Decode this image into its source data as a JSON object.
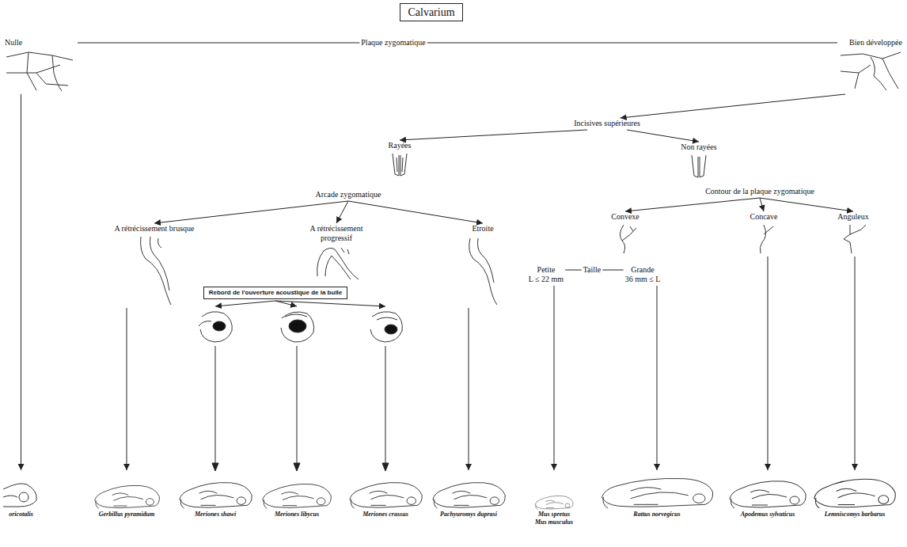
{
  "diagram": {
    "title": "Calvarium",
    "nodes": [
      {
        "text": [
          "Plaque zygomatique"
        ]
      },
      {
        "text": [
          "Nulle"
        ]
      },
      {
        "text": [
          "Bien développée"
        ]
      },
      {
        "text": [
          "Incisives supérieures"
        ]
      },
      {
        "text": [
          "Rayées"
        ]
      },
      {
        "text": [
          "Non rayées"
        ]
      },
      {
        "text": [
          "Arcade zygomatique"
        ]
      },
      {
        "text": [
          "Contour de la plaque zygomatique"
        ]
      },
      {
        "text": [
          "A rétrécissement brusque"
        ]
      },
      {
        "text": [
          "A rétrécissement progressif"
        ]
      },
      {
        "text": [
          "Etroite"
        ]
      },
      {
        "text": [
          "Convexe"
        ]
      },
      {
        "text": [
          "Concave"
        ]
      },
      {
        "text": [
          "Anguleux"
        ]
      },
      {
        "text": [
          "Rebord de l'ouverture acoustique de la bulle"
        ]
      },
      {
        "text": [
          "Taille"
        ]
      },
      {
        "text": [
          "Petite",
          "L ≤ 22 mm"
        ]
      },
      {
        "text": [
          "Grande",
          "36 mm ≤ L"
        ]
      },
      {
        "text": [
          "oricotalis"
        ]
      },
      {
        "text": [
          "Gerbillus pyramidum"
        ]
      },
      {
        "text": [
          "Meriones shawi"
        ]
      },
      {
        "text": [
          "Meriones libycus"
        ]
      },
      {
        "text": [
          "Meriones crassus"
        ]
      },
      {
        "text": [
          "Pachyuromys duprasi"
        ]
      },
      {
        "text": [
          "Mus spretus",
          "Mus musculus"
        ]
      },
      {
        "text": [
          "Rattus norvegicus"
        ]
      },
      {
        "text": [
          "Apodemus sylvaticus"
        ]
      },
      {
        "text": [
          "Lemniscomys barbarus"
        ]
      }
    ],
    "edges": [
      {
        "from": 0,
        "to": 1,
        "arrow": "none"
      },
      {
        "from": 0,
        "to": 2,
        "arrow": "none"
      },
      {
        "from": 1,
        "to": 18,
        "arrow": "to"
      },
      {
        "from": 2,
        "to": 3,
        "arrow": "to"
      },
      {
        "from": 3,
        "to": 4,
        "arrow": "to"
      },
      {
        "from": 3,
        "to": 5,
        "arrow": "to"
      },
      {
        "from": 6,
        "to": 8,
        "arrow": "to"
      },
      {
        "from": 6,
        "to": 9,
        "arrow": "to"
      },
      {
        "from": 6,
        "to": 10,
        "arrow": "to"
      },
      {
        "from": 8,
        "to": 19,
        "arrow": "to"
      },
      {
        "from": 14,
        "to": 20,
        "arrow": "to"
      },
      {
        "from": 14,
        "to": 21,
        "arrow": "to"
      },
      {
        "from": 14,
        "to": 22,
        "arrow": "to"
      },
      {
        "from": 10,
        "to": 23,
        "arrow": "to"
      },
      {
        "from": 7,
        "to": 11,
        "arrow": "to"
      },
      {
        "from": 7,
        "to": 12,
        "arrow": "to"
      },
      {
        "from": 7,
        "to": 13,
        "arrow": "to"
      },
      {
        "from": 15,
        "to": 16,
        "arrow": "none"
      },
      {
        "from": 15,
        "to": 17,
        "arrow": "none"
      },
      {
        "from": 16,
        "to": 24,
        "arrow": "to"
      },
      {
        "from": 17,
        "to": 25,
        "arrow": "to"
      },
      {
        "from": 12,
        "to": 26,
        "arrow": "to"
      },
      {
        "from": 13,
        "to": 27,
        "arrow": "to"
      }
    ]
  }
}
